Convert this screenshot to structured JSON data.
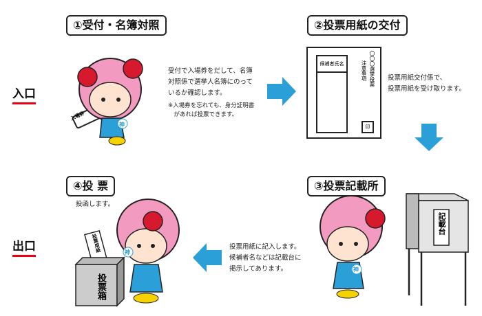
{
  "labels": {
    "entrance": "入口",
    "exit": "出口"
  },
  "steps": [
    {
      "title": "①受付・名簿対照",
      "text": [
        "受付で入場券をだして、名簿",
        "対照係で選挙人名簿にのって",
        "いるか確認します。"
      ],
      "note": [
        "※入場券を忘れても、身分証明書",
        "　があれば投票できます。"
      ],
      "prop": "入場券"
    },
    {
      "title": "②投票用紙の交付",
      "text": [
        "投票用紙交付係で、",
        "投票用紙を受け取ります。"
      ],
      "ballot": {
        "name_header": "候補者氏名",
        "title": "〇〇〇選挙投票",
        "notes": "注意事項",
        "stamp": "印"
      }
    },
    {
      "title": "③投票記載所",
      "text": [
        "投票用紙に記入します。",
        "候補者名などは記載台に",
        "掲示してあります。"
      ],
      "booth_label": "記載台"
    },
    {
      "title": "④投 票",
      "text": [
        "投函します。"
      ],
      "box_label": "投票箱",
      "paper_label": "投票用紙"
    }
  ],
  "mascot_badge": "神",
  "colors": {
    "arrow": "#2a9fd8",
    "accent": "#e60012",
    "hair": "#f39ac0",
    "rose": "#d7192d"
  }
}
